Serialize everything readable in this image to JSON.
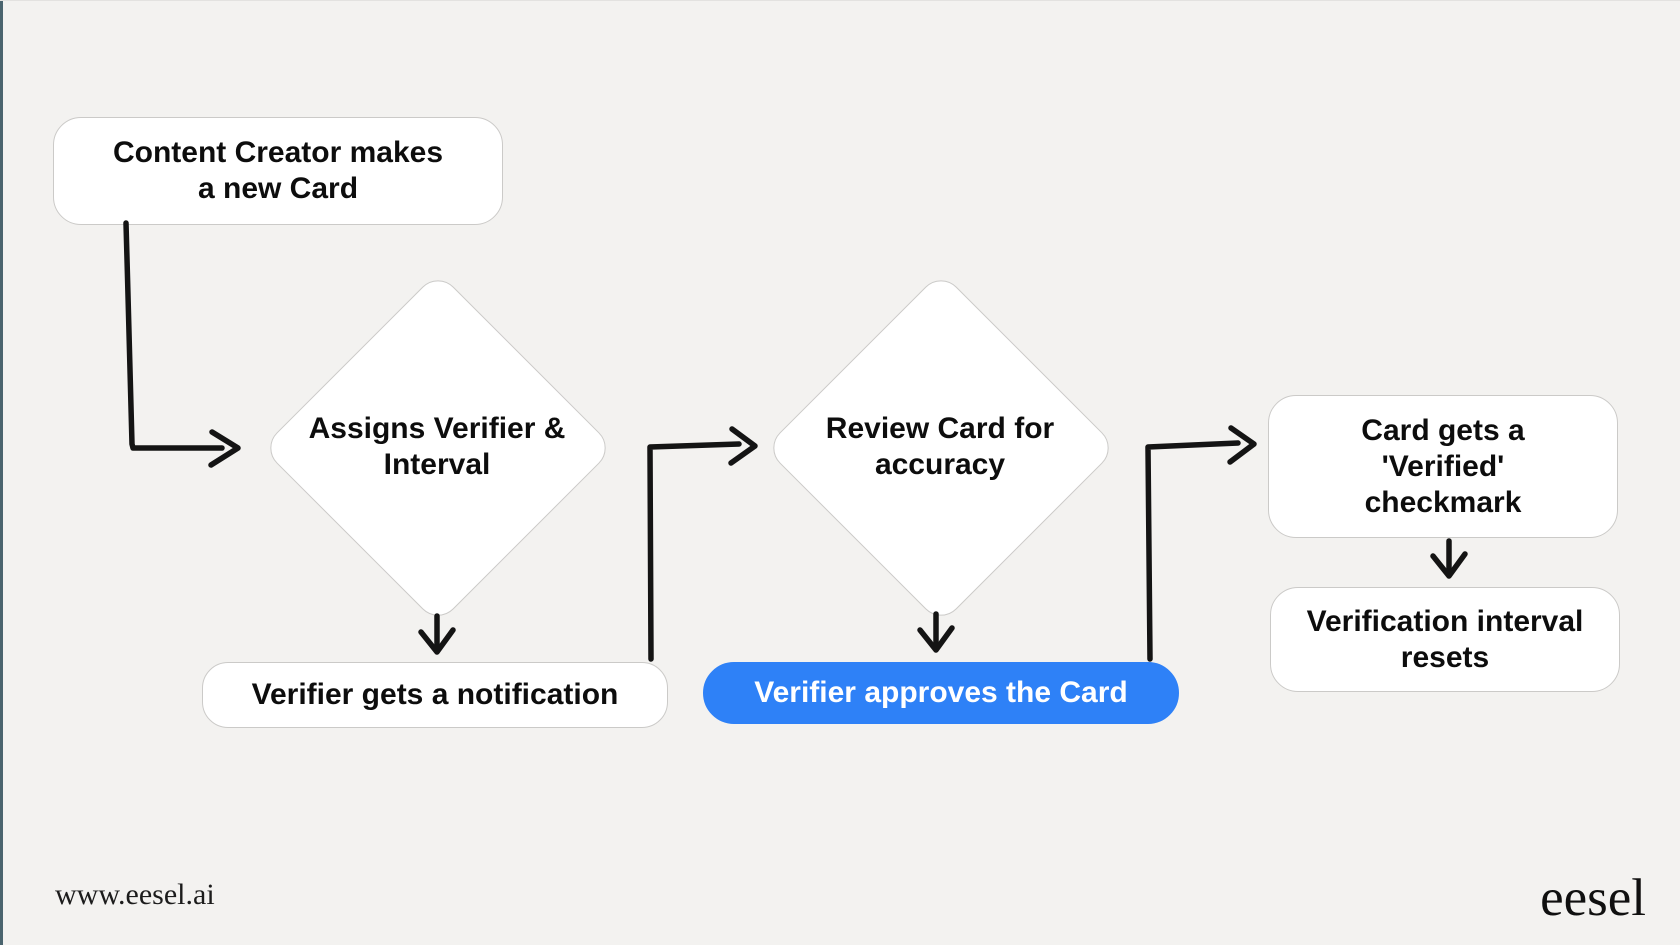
{
  "flowchart": {
    "title_hint": "eesel card verification flow",
    "nodes": {
      "content_creator": {
        "label": "Content Creator makes\na new Card",
        "shape": "rounded-rect"
      },
      "assign": {
        "label": "Assigns Verifier &\nInterval",
        "shape": "diamond"
      },
      "notification": {
        "label": "Verifier gets a notification",
        "shape": "rounded-rect"
      },
      "review": {
        "label": "Review Card for\naccuracy",
        "shape": "diamond"
      },
      "approve": {
        "label": "Verifier approves the Card",
        "shape": "rounded-rect-highlight"
      },
      "verified": {
        "label": "Card gets a\n'Verified'\ncheckmark",
        "shape": "rounded-rect"
      },
      "resets": {
        "label": "Verification interval\nresets",
        "shape": "rounded-rect"
      }
    },
    "edges": [
      {
        "from": "content_creator",
        "to": "assign"
      },
      {
        "from": "assign",
        "to": "notification"
      },
      {
        "from": "notification",
        "to": "review"
      },
      {
        "from": "review",
        "to": "approve"
      },
      {
        "from": "approve",
        "to": "verified"
      },
      {
        "from": "verified",
        "to": "resets"
      }
    ],
    "colors": {
      "accent": "#2e81f7",
      "bg": "#f3f2f0",
      "stroke": "#141414",
      "nodeBorder": "#cbcac8",
      "strip": "#4a646e"
    }
  },
  "footer": {
    "url": "www.eesel.ai",
    "logo": "eesel"
  }
}
